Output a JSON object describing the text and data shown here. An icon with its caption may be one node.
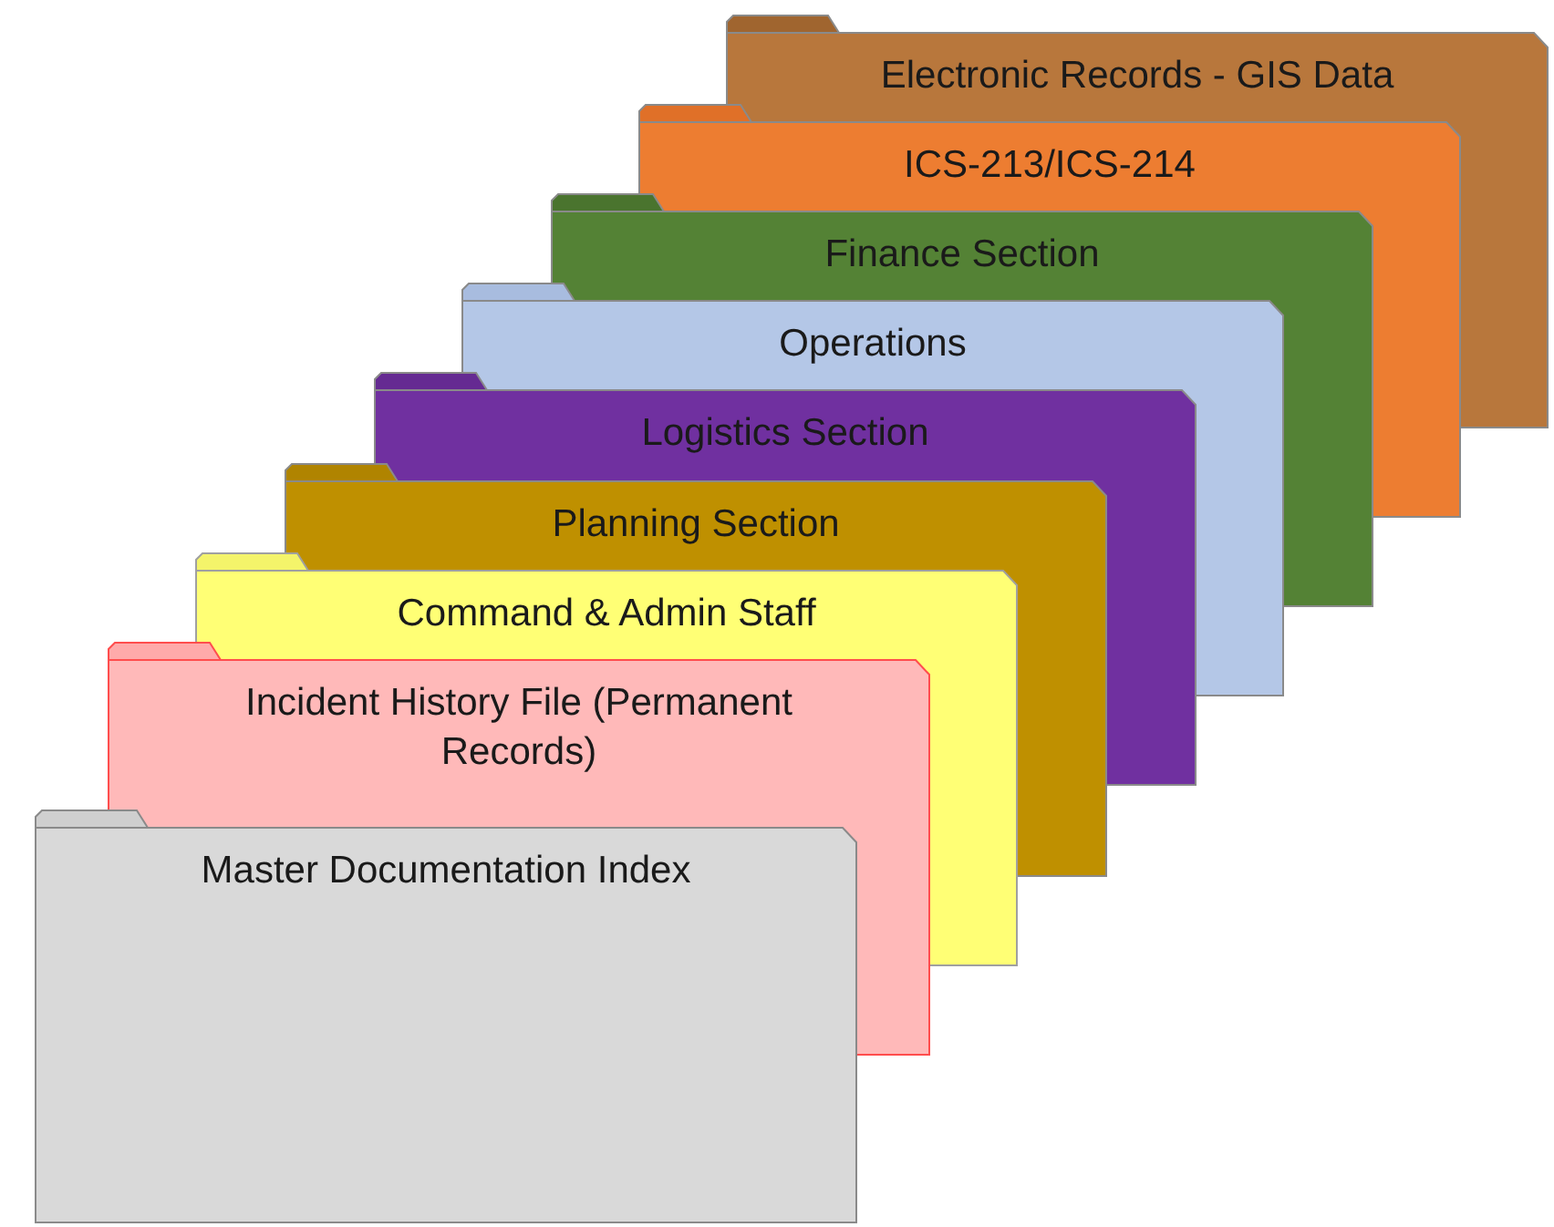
{
  "diagram": {
    "nodes": [
      {
        "text": [
          "Electronic Records - GIS Data"
        ]
      },
      {
        "text": [
          "ICS-213/ICS-214"
        ]
      },
      {
        "text": [
          "Finance Section"
        ]
      },
      {
        "text": [
          "Operations"
        ]
      },
      {
        "text": [
          "Logistics Section"
        ]
      },
      {
        "text": [
          "Planning Section"
        ]
      },
      {
        "text": [
          "Command & Admin Staff"
        ]
      },
      {
        "text": [
          "Incident History File (Permanent Records)"
        ]
      },
      {
        "text": [
          "Master Documentation Index"
        ]
      }
    ]
  }
}
